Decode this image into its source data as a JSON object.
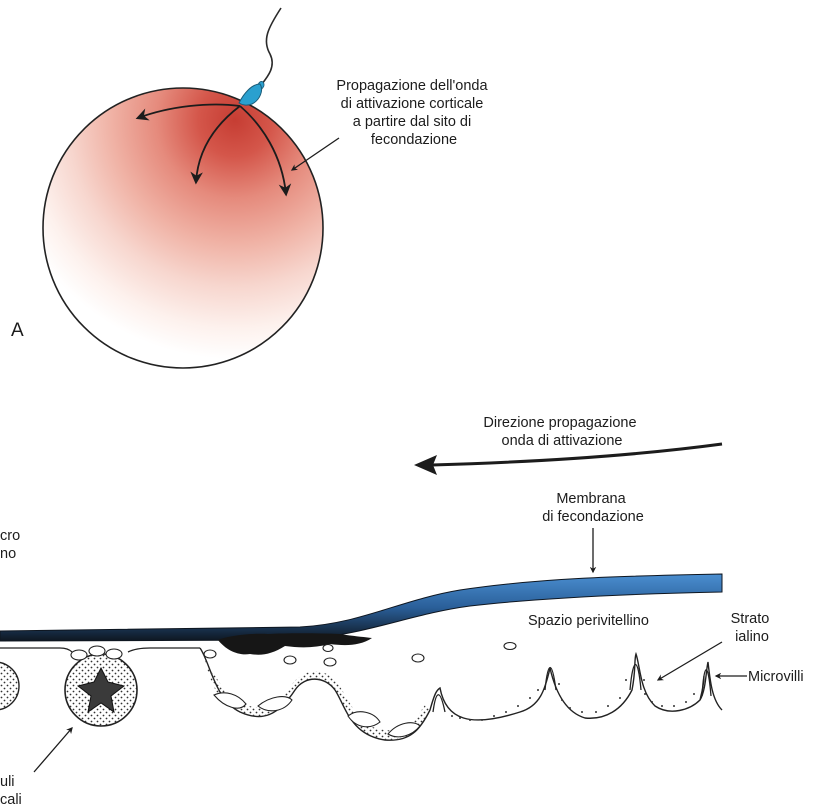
{
  "panel_a": {
    "letter": "A",
    "propagation_label": [
      "Propagazione dell'onda",
      "di attivazione corticale",
      "a partire dal sito di",
      "fecondazione"
    ]
  },
  "panel_b": {
    "direction_label": [
      "Direzione propagazione",
      "onda di attivazione"
    ],
    "membrane_label": [
      "Membrana",
      "di fecondazione"
    ],
    "perivitelline_label": "Spazio perivitellino",
    "hyaline_label": [
      "Strato",
      "ialino"
    ],
    "microvilli_label": "Microvilli",
    "cut_left_label": [
      "cro",
      "no"
    ],
    "cut_bottom_label": [
      "uli",
      "cali"
    ]
  },
  "colors": {
    "wave_core": "#c8443a",
    "membrane_blue": "#2e6aa6",
    "membrane_dark": "#101820",
    "sperm": "#2aa0cf",
    "ink": "#1c1c1c"
  }
}
